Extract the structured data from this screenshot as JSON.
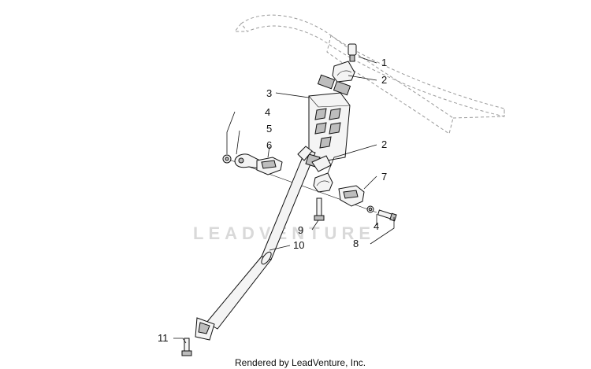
{
  "diagram": {
    "callouts": {
      "c1": "1",
      "c2a": "2",
      "c2b": "2",
      "c3": "3",
      "c4a": "4",
      "c4b": "4",
      "c5": "5",
      "c6": "6",
      "c7": "7",
      "c8": "8",
      "c9": "9",
      "c10": "10",
      "c11": "11"
    },
    "watermark": "LEADVENTURE",
    "footer": "Rendered by LeadVenture, Inc."
  },
  "colors": {
    "line": "#111111",
    "ghost_outline": "#9a9a9a",
    "watermark": "#d9d9d9",
    "part_fill": "#f4f4f4",
    "part_shade": "#bdbdbd"
  }
}
